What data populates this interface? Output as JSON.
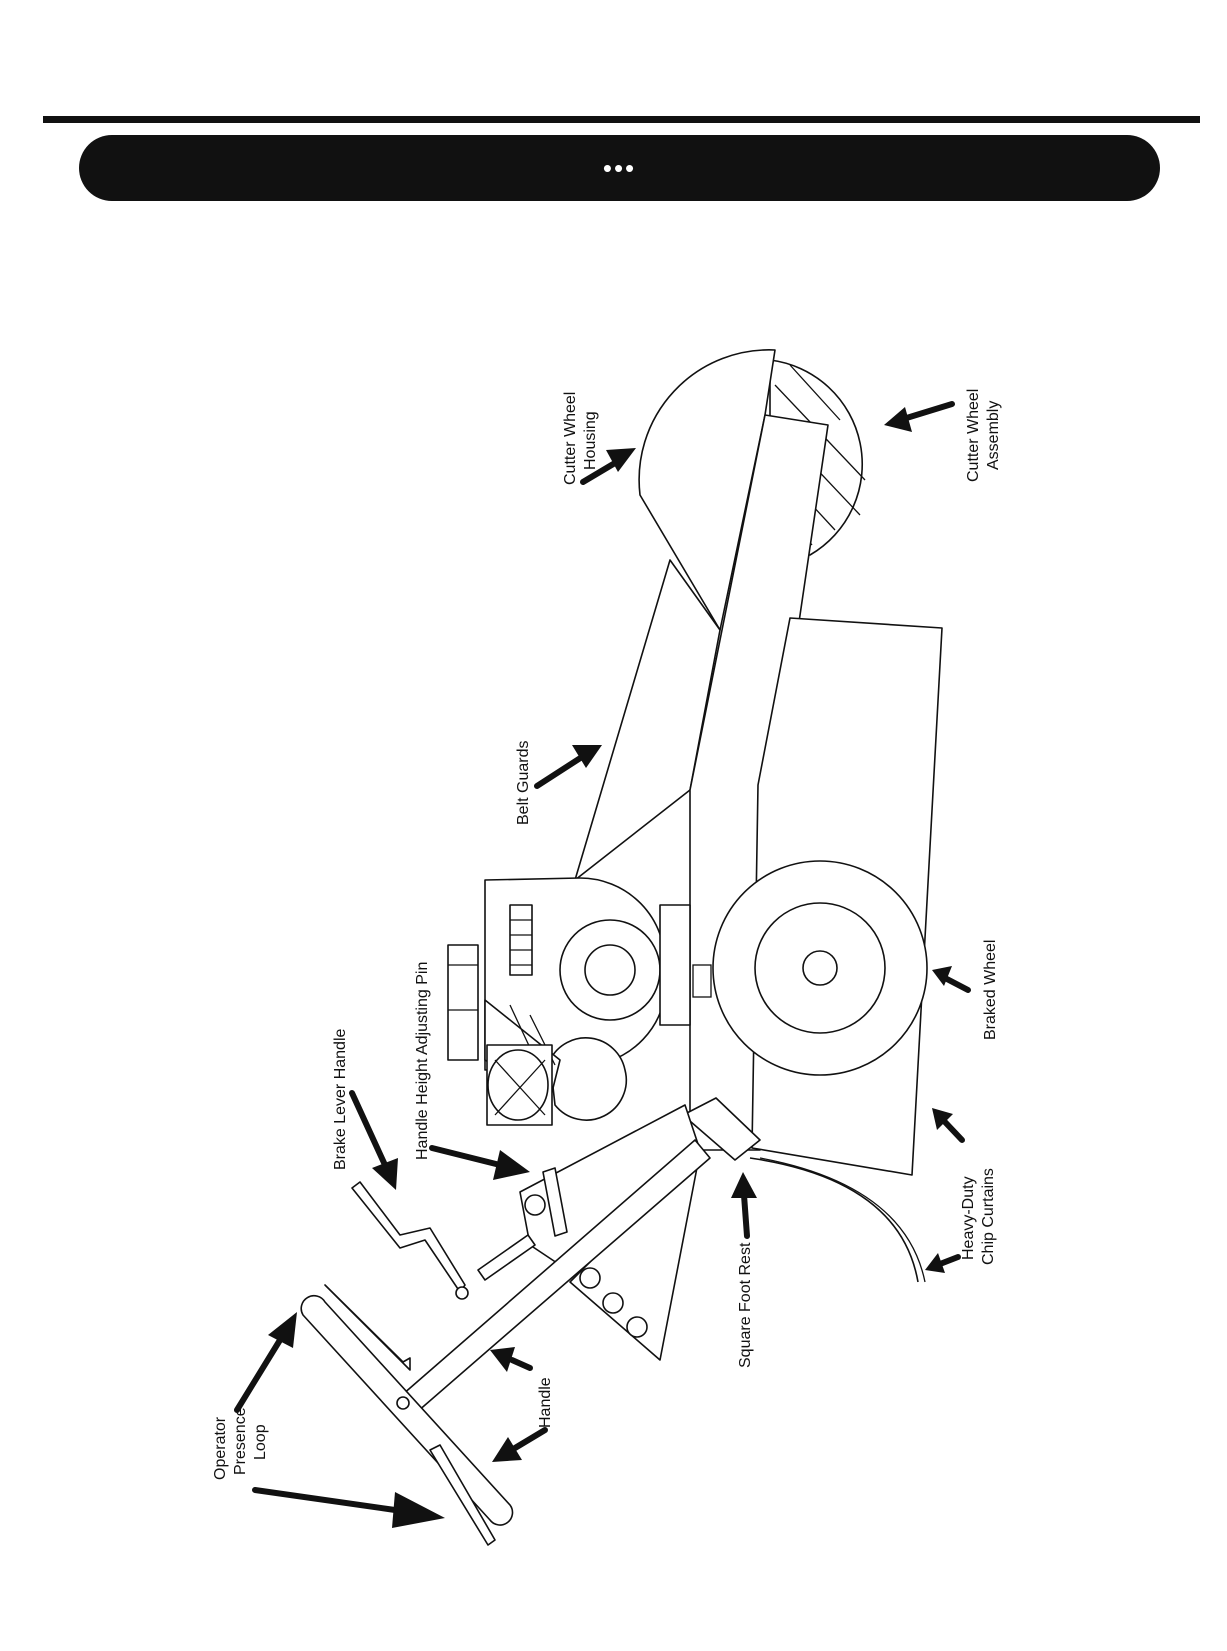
{
  "header": {
    "banner_text": "•••"
  },
  "labels": {
    "cutter_wheel_housing": [
      "Cutter Wheel",
      "Housing"
    ],
    "cutter_wheel_assembly": [
      "Cutter Wheel",
      "Assembly"
    ],
    "belt_guards": [
      "Belt Guards"
    ],
    "braked_wheel": [
      "Braked Wheel"
    ],
    "handle_height_adjusting_pin": [
      "Handle Height Adjusting Pin"
    ],
    "brake_lever_handle": [
      "Brake Lever Handle"
    ],
    "heavy_duty_chip_curtains": [
      "Heavy-Duty",
      "Chip Curtains"
    ],
    "square_foot_rest": [
      "Square Foot Rest"
    ],
    "handle": [
      "Handle"
    ],
    "operator_presence_loop": [
      "Operator",
      "Presence",
      "Loop"
    ]
  }
}
